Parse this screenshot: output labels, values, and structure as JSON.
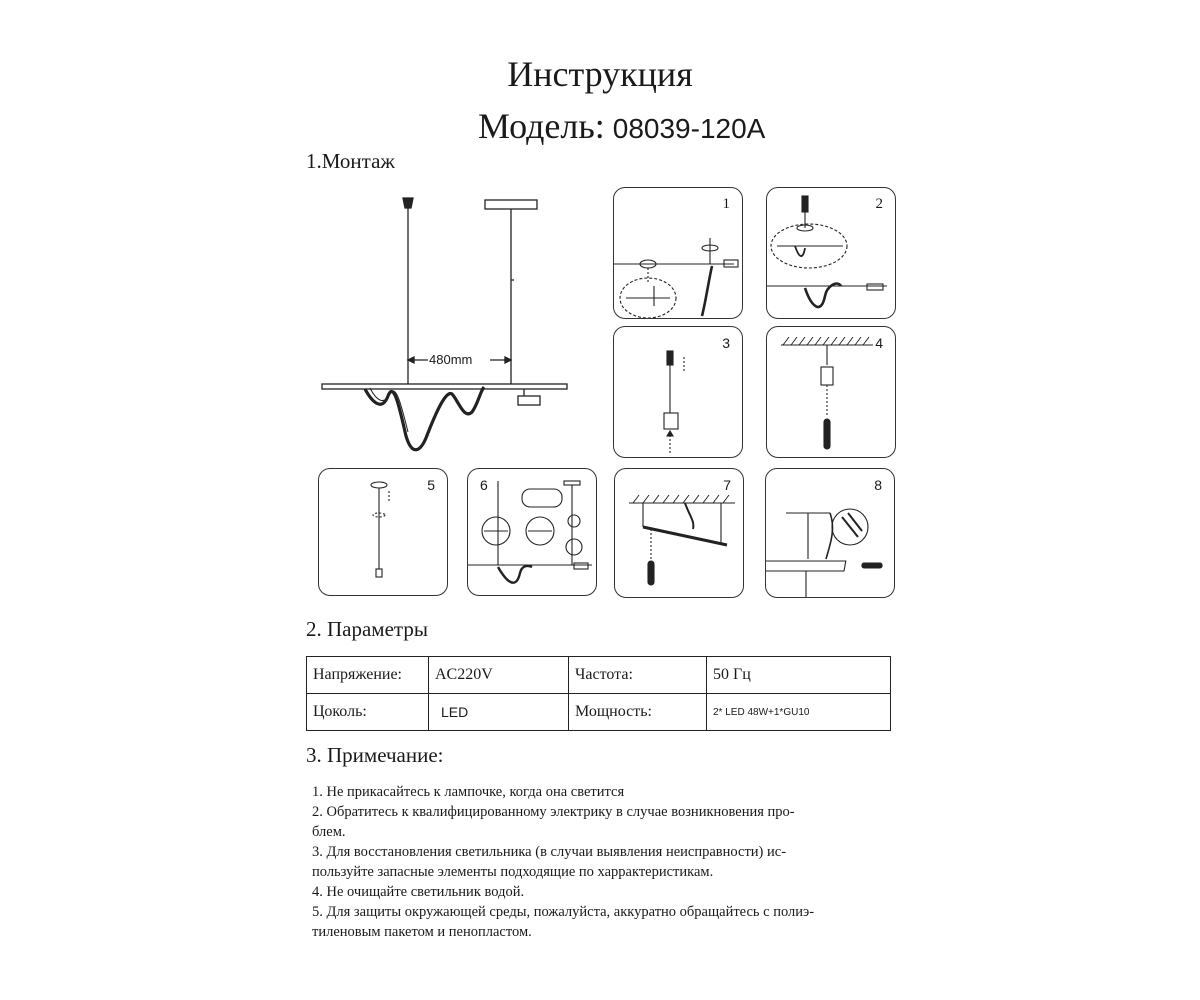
{
  "header": {
    "title": "Инструкция",
    "model_label": "Модель:",
    "model_number": "08039-120A"
  },
  "mounting": {
    "heading": "1.Монтаж",
    "dimension": "480mm",
    "panels": [
      {
        "number": "1"
      },
      {
        "number": "2"
      },
      {
        "number": "3"
      },
      {
        "number": "4"
      },
      {
        "number": "5"
      },
      {
        "number": "6"
      },
      {
        "number": "7"
      },
      {
        "number": "8"
      }
    ]
  },
  "parameters": {
    "heading": "2. Параметры",
    "rows": [
      [
        "Напряжение:",
        "AC220V",
        "Частота:",
        "50 Гц"
      ],
      [
        "Цоколь:",
        "LED",
        "Мощность:",
        "2* LED 48W+1*GU10"
      ]
    ]
  },
  "notes": {
    "heading": "3. Примечание:",
    "lines": [
      "1. Не прикасайтесь к лампочке, когда она светится",
      "2. Обратитесь к квалифицированному электрику в случае возникновения про-",
      "блем.",
      "3. Для восстановления светильника (в случаи выявления неисправности) ис-",
      "пользуйте запасные элементы подходящие по харрактеристикам.",
      "4. Не очищайте  светильник водой.",
      "5. Для защиты окружающей среды, пожалуйста, аккуратно обращайтесь с полиэ-",
      "тиленовым пакетом и пенопластом."
    ]
  }
}
